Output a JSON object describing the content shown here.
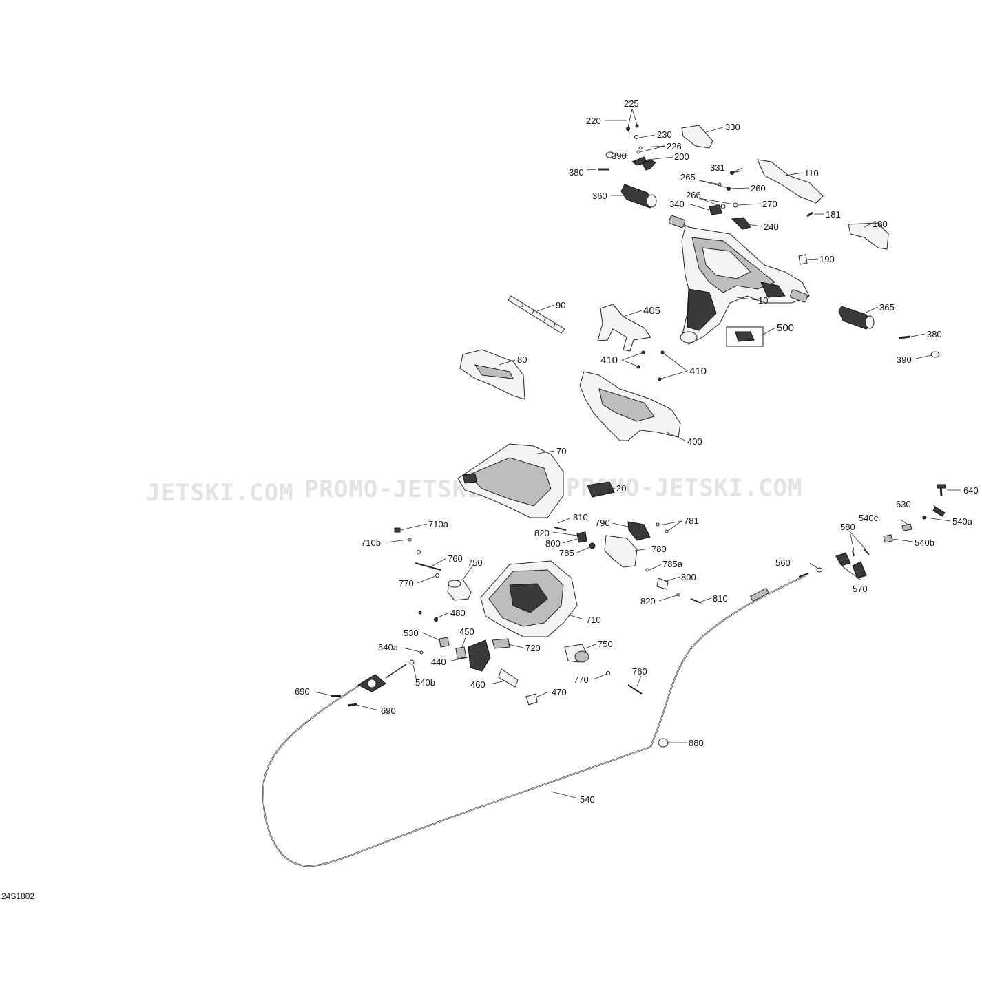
{
  "diagram_code": "24S1802",
  "watermarks": [
    "JETSKI.COM",
    "PROMO-JETSKI.COM",
    "PROMO-JETSKI.COM"
  ],
  "callouts": {
    "c225": "225",
    "c220": "220",
    "c230": "230",
    "c226": "226",
    "c200": "200",
    "c330": "330",
    "c390a": "390",
    "c380a": "380",
    "c331": "331",
    "c265": "265",
    "c260": "260",
    "c110": "110",
    "c360": "360",
    "c266": "266",
    "c340": "340",
    "c270": "270",
    "c181": "181",
    "c240": "240",
    "c180": "180",
    "c190": "190",
    "c90": "90",
    "c405": "405",
    "c10": "10",
    "c365": "365",
    "c500": "500",
    "c380b": "380",
    "c390b": "390",
    "c410a": "410",
    "c410b": "410",
    "c80": "80",
    "c400": "400",
    "c70": "70",
    "c20": "20",
    "c640": "640",
    "c630": "630",
    "c540c": "540c",
    "c540a_r": "540a",
    "c580": "580",
    "c540b_r": "540b",
    "c810a": "810",
    "c790": "790",
    "c781": "781",
    "c820a": "820",
    "c800a": "800",
    "c785": "785",
    "c780": "780",
    "c710a": "710a",
    "c710b": "710b",
    "c760a": "760",
    "c750a": "750",
    "c770a": "770",
    "c785a": "785a",
    "c800b": "800",
    "c560": "560",
    "c570": "570",
    "c820b": "820",
    "c810b": "810",
    "c480": "480",
    "c710": "710",
    "c530": "530",
    "c450": "450",
    "c540a_l": "540a",
    "c720": "720",
    "c750b": "750",
    "c440": "440",
    "c540b_l": "540b",
    "c770b": "770",
    "c760b": "760",
    "c690a": "690",
    "c460": "460",
    "c470": "470",
    "c690b": "690",
    "c880": "880",
    "c540": "540"
  }
}
